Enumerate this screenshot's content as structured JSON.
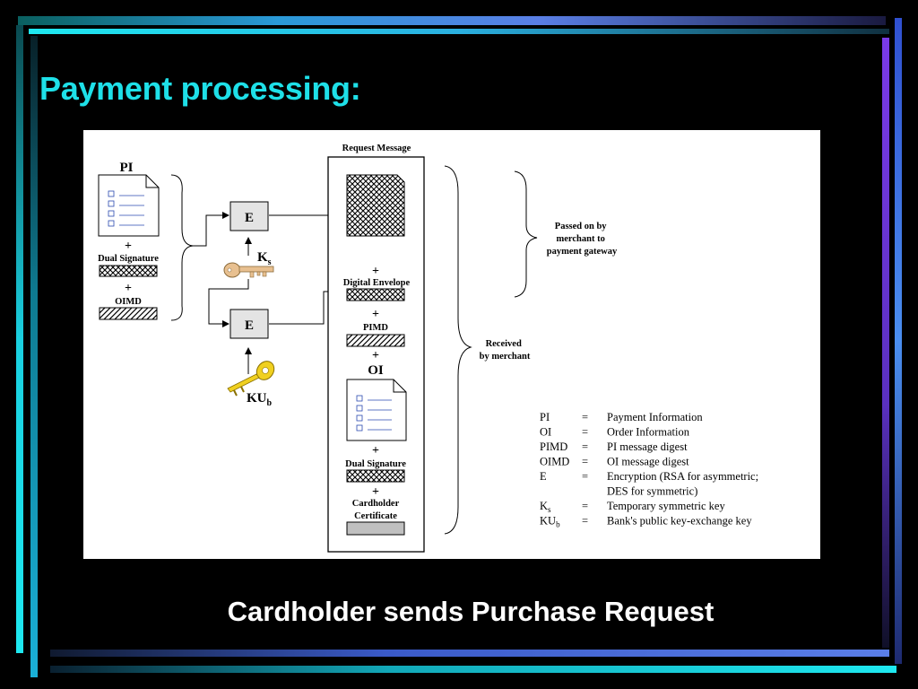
{
  "slide": {
    "title": "Payment processing:",
    "caption": "Cardholder sends Purchase Request"
  },
  "diagram": {
    "pi_label": "PI",
    "plus": "+",
    "dual_signature_label": "Dual Signature",
    "oimd_label": "OIMD",
    "encrypt_label": "E",
    "ks_label": "K",
    "ks_sub": "s",
    "kub_label": "KU",
    "kub_sub": "b",
    "request_message_title": "Request Message",
    "digital_envelope_label": "Digital Envelope",
    "pimd_label": "PIMD",
    "oi_label": "OI",
    "dual_signature_label_2": "Dual Signature",
    "cardholder_label": "Cardholder",
    "certificate_label": "Certificate",
    "passed_on_lines": [
      "Passed on by",
      "merchant to",
      "payment gateway"
    ],
    "received_lines": [
      "Received",
      "by merchant"
    ]
  },
  "legend": [
    {
      "abbr": "PI",
      "sub": "",
      "eq": "=",
      "desc": "Payment Information"
    },
    {
      "abbr": "OI",
      "sub": "",
      "eq": "=",
      "desc": "Order Information"
    },
    {
      "abbr": "PIMD",
      "sub": "",
      "eq": "=",
      "desc": "PI message digest"
    },
    {
      "abbr": "OIMD",
      "sub": "",
      "eq": "=",
      "desc": "OI message digest"
    },
    {
      "abbr": "E",
      "sub": "",
      "eq": "=",
      "desc": "Encryption (RSA for asymmetric;"
    },
    {
      "abbr": "",
      "sub": "",
      "eq": "",
      "desc": "DES for symmetric)"
    },
    {
      "abbr": "K",
      "sub": "s",
      "eq": "=",
      "desc": "Temporary symmetric key"
    },
    {
      "abbr": "KU",
      "sub": "b",
      "eq": "=",
      "desc": "Bank's public key-exchange key"
    }
  ]
}
